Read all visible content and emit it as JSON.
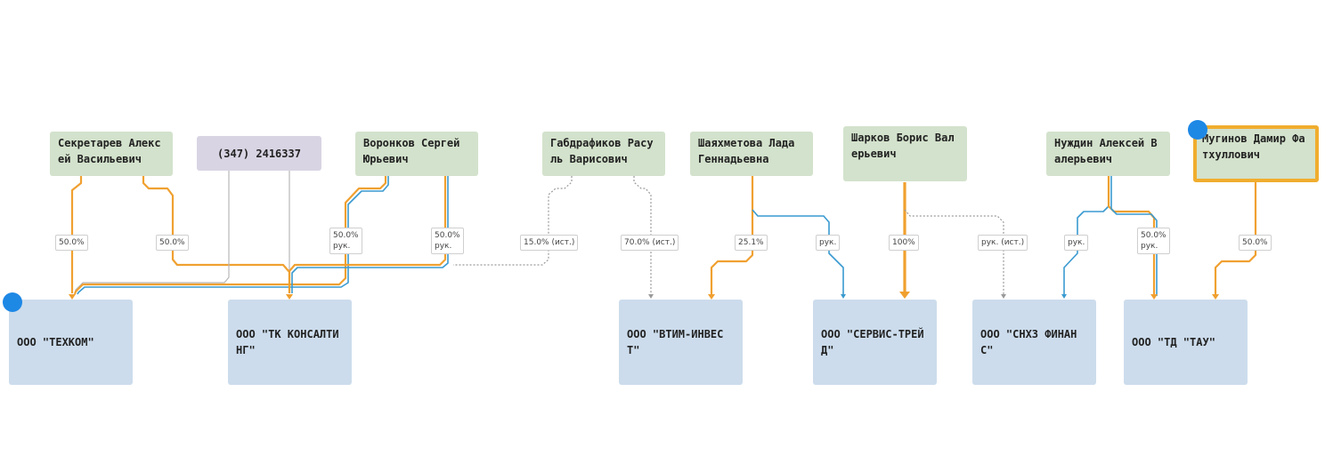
{
  "colors": {
    "ownership": "#f0a030",
    "management": "#3a9ad0",
    "dotted": "#9a9a9a",
    "phone_link": "#b7b7b7",
    "person_fill": "#d3e2cc",
    "company_fill": "#ccdcec",
    "phone_fill": "#d9d4e3",
    "highlight_border": "#f0ad2e",
    "marker": "#1e88e5"
  },
  "nodes": {
    "sekretarev": "Секретарев Алексей Васильевич",
    "phone": "(347) 2416337",
    "voronkov": "Воронков Сергей Юрьевич",
    "gabdrafikov": "Габдрафиков Расуль Варисович",
    "shayakhmetova": "Шаяхметова Лада Геннадьевна",
    "sharkov": "Шарков Борис Валерьевич",
    "nuzhdin": "Нуждин Алексей Валерьевич",
    "muginov": "Мугинов Дамир Фатхуллович",
    "tekhkom": "ООО \"ТЕХКОМ\"",
    "tk_konsalting": "ООО \"ТК КОНСАЛТИНГ\"",
    "vtim_invest": "ООО \"ВТИМ-ИНВЕСТ\"",
    "servis_treid": "ООО \"СЕРВИС-ТРЕЙД\"",
    "snkhz_finans": "ООО \"СНХЗ ФИНАНС\"",
    "td_tau": "ООО \"ТД \"ТАУ\""
  },
  "edge_labels": {
    "sek_tekhkom": "50.0%",
    "sek_tk": "50.0%",
    "vor_mgmt": "50.0%\nрук.",
    "vor_tk": "50.0%\nрук.",
    "gab_tk": "15.0% (ист.)",
    "gab_vtim": "70.0% (ист.)",
    "sha_vtim": "25.1%",
    "sha_servis": "рук.",
    "sharkov_servis": "100%",
    "sharkov_snkhz": "рук. (ист.)",
    "nuz_snkhz": "рук.",
    "nuz_td": "50.0%\nрук.",
    "mug_td": "50.0%"
  }
}
